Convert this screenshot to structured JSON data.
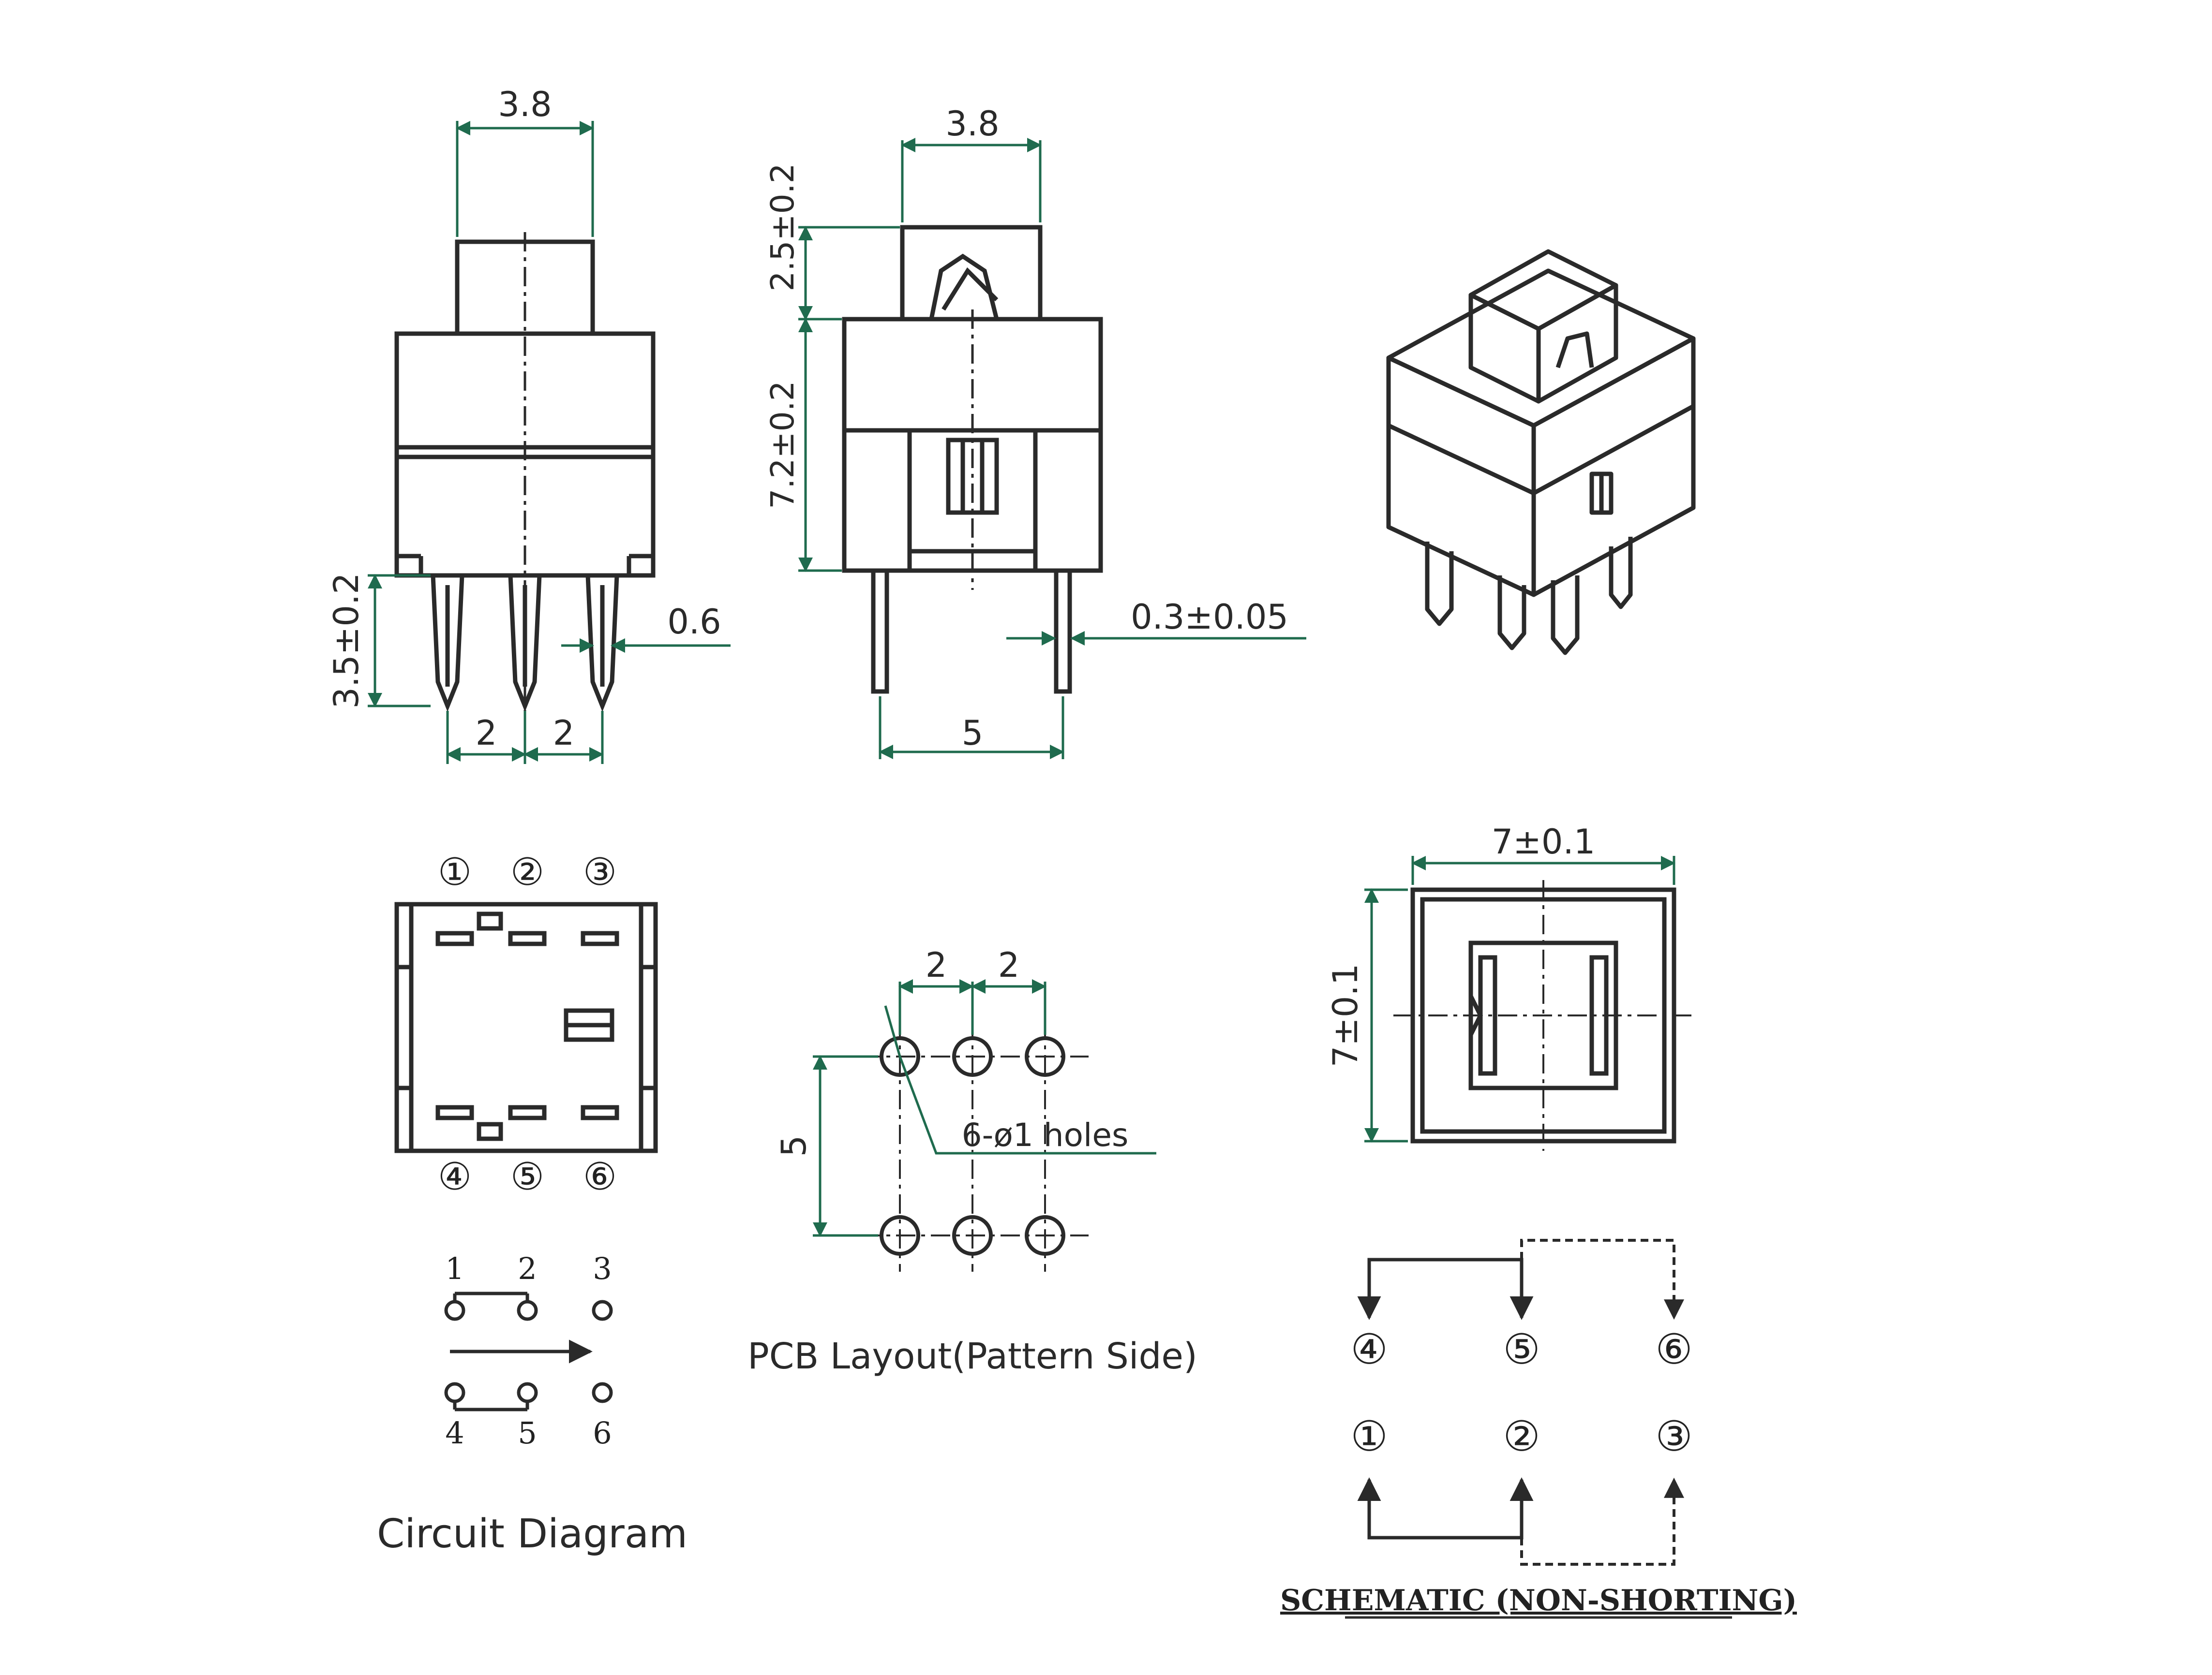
{
  "colors": {
    "ink": "#2a2a2a",
    "dimension": "#1f6b4e",
    "background": "#ffffff"
  },
  "side_view": {
    "dim_top_width": "3.8",
    "dim_pin_length": "3.5±0.2",
    "dim_pin_width": "0.6",
    "dim_pitch_left": "2",
    "dim_pitch_right": "2"
  },
  "front_view": {
    "dim_top_width": "3.8",
    "dim_button_travel": "2.5±0.2",
    "dim_body_height": "7.2±0.2",
    "dim_pin_thickness": "0.3±0.05",
    "dim_pin_span": "5"
  },
  "bottom_view": {
    "pins_top": [
      "①",
      "②",
      "③"
    ],
    "pins_bottom": [
      "④",
      "⑤",
      "⑥"
    ]
  },
  "circuit_diagram": {
    "numbers_top": [
      "1",
      "2",
      "3"
    ],
    "numbers_bottom": [
      "4",
      "5",
      "6"
    ],
    "caption": "Circuit Diagram"
  },
  "pcb_layout": {
    "dim_pitch_left": "2",
    "dim_pitch_right": "2",
    "dim_row_spacing": "5",
    "holes_label": "6-ø1 holes",
    "caption": "PCB Layout(Pattern Side)"
  },
  "top_view": {
    "dim_width": "7±0.1",
    "dim_height": "7±0.1"
  },
  "schematic": {
    "pins_top": [
      "④",
      "⑤",
      "⑥"
    ],
    "pins_bottom": [
      "①",
      "②",
      "③"
    ],
    "caption": "SCHEMATIC (NON-SHORTING)"
  }
}
